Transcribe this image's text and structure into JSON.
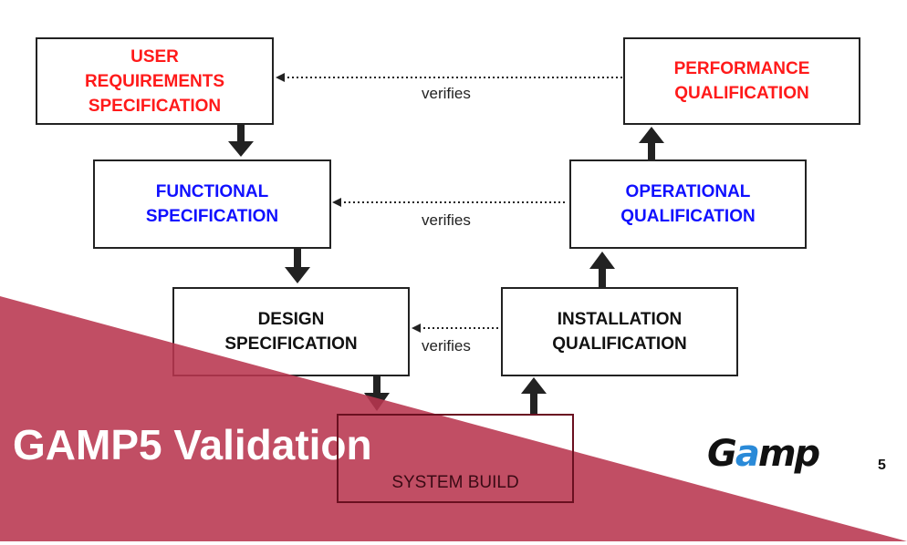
{
  "boxes": {
    "urs": "USER\nREQUIREMENTS\nSPECIFICATION",
    "fs": "FUNCTIONAL\nSPECIFICATION",
    "ds": "DESIGN\nSPECIFICATION",
    "build": "SYSTEM BUILD",
    "iq": "INSTALLATION\nQUALIFICATION",
    "oq": "OPERATIONAL\nQUALIFICATION",
    "pq": "PERFORMANCE\nQUALIFICATION"
  },
  "verifies_label": "verifies",
  "title": "GAMP5 Validation",
  "logo": {
    "text_g": "G",
    "text_a": "a",
    "text_mp": "mp",
    "version": "5"
  },
  "colors": {
    "banner": "#b8364f",
    "red_text": "#ff1a1a",
    "blue_text": "#1010ff"
  }
}
